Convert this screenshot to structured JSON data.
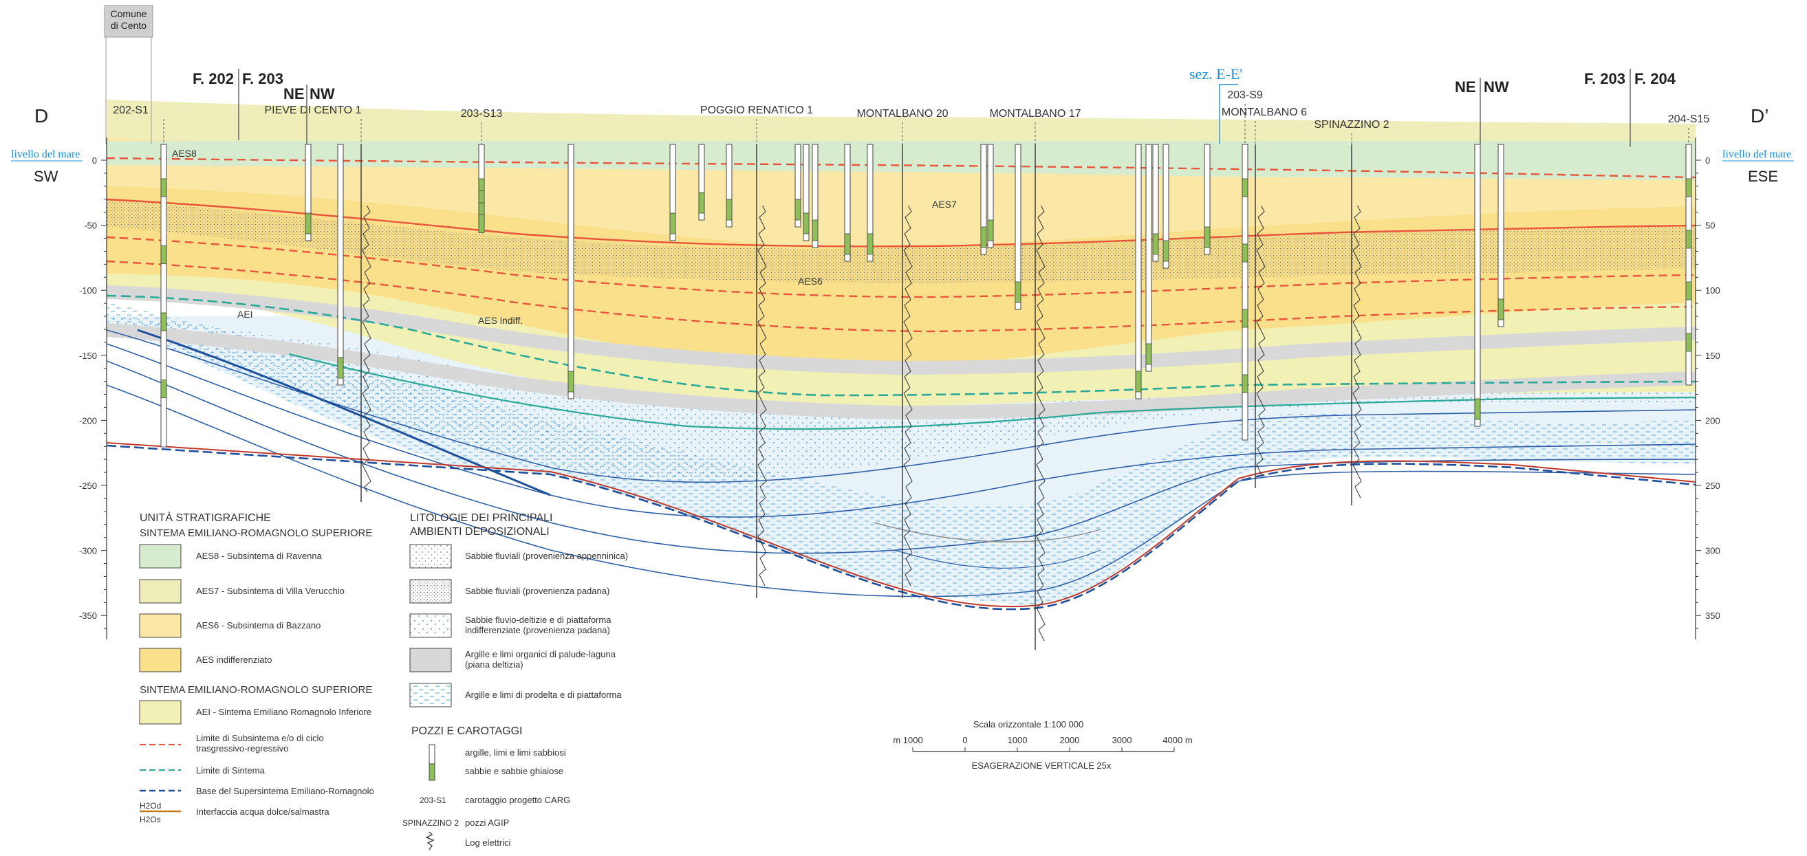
{
  "header": {
    "comune_box": [
      "Comune",
      "di Cento"
    ],
    "end_left": "D",
    "end_right": "D’",
    "dir_left": "SW",
    "dir_right": "ESE",
    "sea_level_left": "livello del mare",
    "sea_level_right": "livello del mare",
    "sheet_left_a": "F. 202",
    "sheet_left_b": "F. 203",
    "sheet_right_a": "F. 203",
    "sheet_right_b": "F. 204",
    "orient_a_ne": "NE",
    "orient_a_nw": "NW",
    "orient_b_ne": "NE",
    "orient_b_nw": "NW",
    "section_link": "sez. E-E'"
  },
  "wells": [
    {
      "label": "202-S1"
    },
    {
      "label": "PIEVE DI CENTO 1"
    },
    {
      "label": "203-S13"
    },
    {
      "label": "POGGIO RENATICO 1"
    },
    {
      "label": "MONTALBANO 20"
    },
    {
      "label": "MONTALBANO 17"
    },
    {
      "label": "203-S9"
    },
    {
      "label": "MONTALBANO 6"
    },
    {
      "label": "SPINAZZINO 2"
    },
    {
      "label": "204-S15"
    }
  ],
  "depth_axis": {
    "ticks": [
      0,
      -50,
      -100,
      -150,
      -200,
      -250,
      -300,
      -350
    ],
    "right_ticks": [
      "0",
      "50",
      "100",
      "150",
      "200",
      "250",
      "300",
      "350"
    ]
  },
  "unit_labels": {
    "aes8": "AES8",
    "aes7": "AES7",
    "aes6": "AES6",
    "aes_indiff": "AES indiff.",
    "aei": "AEI"
  },
  "legend": {
    "units_title": "UNITÀ STRATIGRAFICHE",
    "units_sub1": "SINTEMA EMILIANO-ROMAGNOLO SUPERIORE",
    "units": [
      {
        "label": "AES8 - Subsintema di Ravenna",
        "color": "#d7ebcf"
      },
      {
        "label": "AES7 - Subsintema di Villa Verucchio",
        "color": "#efeebb"
      },
      {
        "label": "AES6 - Subsintema di Bazzano",
        "color": "#fbe7a6"
      },
      {
        "label": "AES indifferenziato",
        "color": "#fae08a"
      }
    ],
    "units_sub2": "SINTEMA EMILIANO-ROMAGNOLO SUPERIORE",
    "aei_label": "AEI - Sintema Emiliano Romagnolo Inferiore",
    "aei_color": "#f1f0b5",
    "lines": [
      {
        "label": "Limite di Subsintema e/o di ciclo trasgressivo-regressivo",
        "color": "#e8553b"
      },
      {
        "label": "Limite di Sintema",
        "color": "#2aa898"
      },
      {
        "label": "Base del Supersintema Emiliano-Romagnolo",
        "color": "#1d4f9c"
      },
      {
        "label": "Interfaccia acqua dolce/salmastra",
        "color": "#c77a1a"
      }
    ],
    "h2od": "H2Od",
    "h2os": "H2Os",
    "lith_title": "LITOLOGIE DEI PRINCIPALI",
    "lith_title2": "AMBIENTI DEPOSIZIONALI",
    "lith": [
      "Sabbie fluviali (provenienza appenninica)",
      "Sabbie fluviali (provenienza padana)",
      "Sabbie fluvio-deltizie e di piattaforma indifferenziate (provenienza padana)",
      "Argille e limi organici di palude-laguna (piana deltizia)",
      "Argille e limi di prodelta e di piattaforma"
    ],
    "wells_title": "POZZI E CAROTAGGI",
    "core_clay": "argille, limi e limi sabbiosi",
    "core_sand": "sabbie e sabbie ghiaiose",
    "carg_code": "203-S1",
    "carg_label": "carotaggio progetto CARG",
    "agip_code": "SPINAZZINO 2",
    "agip_label": "pozzi AGIP",
    "log_label": "Log elettrici"
  },
  "scale": {
    "title": "Scala orizzontale 1:100 000",
    "ticks": [
      "m 1000",
      "0",
      "1000",
      "2000",
      "3000",
      "4000 m"
    ],
    "exag": "ESAGERAZIONE VERTICALE 25x"
  },
  "colors": {
    "aes8": "#d7ebcf",
    "aes7": "#efeebb",
    "aes6": "#fbe7a6",
    "aes": "#fae08a",
    "aei": "#f1f0b5",
    "clay": "#d8d8d8",
    "marine": "#e6f2f8",
    "blue_line": "#2f5fa7",
    "red_line": "#e8553b",
    "teal_line": "#2aa898",
    "link_blue": "#1f8fd0"
  }
}
